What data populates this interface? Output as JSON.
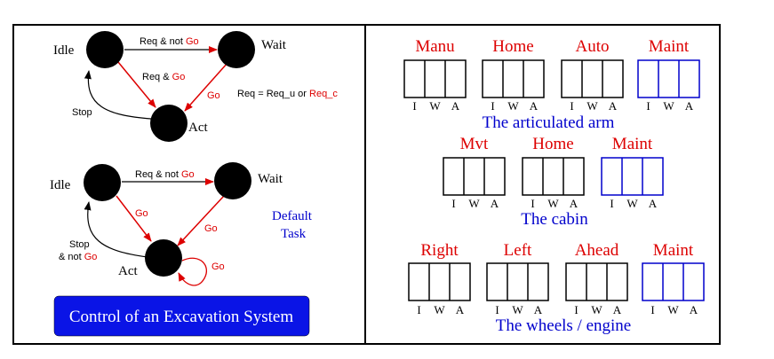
{
  "colors": {
    "black": "#000000",
    "red": "#dd0000",
    "blue": "#0000cc",
    "button_bg": "#0a14e6",
    "button_text": "#ffffff"
  },
  "left_panel": {
    "top_diagram": {
      "idle": "Idle",
      "wait": "Wait",
      "act": "Act",
      "req_not": "Req & not",
      "go_1": "Go",
      "req_and": "Req &",
      "go_2": "Go",
      "go_3": "Go",
      "stop": "Stop",
      "req_def_black": "Req = Req_u or",
      "req_def_red": "Req_c"
    },
    "bottom_diagram": {
      "idle": "Idle",
      "wait": "Wait",
      "act": "Act",
      "req_not": "Req & not",
      "go_1": "Go",
      "go_2": "Go",
      "go_3": "Go",
      "go_4": "Go",
      "stop": "Stop",
      "and_not": "& not",
      "go_5": "Go",
      "default_task_line1": "Default",
      "default_task_line2": "Task"
    },
    "button_label": "Control of an Excavation System"
  },
  "right_panel": {
    "arm": {
      "caption": "The articulated arm",
      "modes": [
        {
          "name": "Manu",
          "color": "red"
        },
        {
          "name": "Home",
          "color": "red"
        },
        {
          "name": "Auto",
          "color": "red"
        },
        {
          "name": "Maint",
          "color": "red",
          "box": "blue"
        }
      ]
    },
    "cabin": {
      "caption": "The cabin",
      "modes": [
        {
          "name": "Mvt",
          "color": "red"
        },
        {
          "name": "Home",
          "color": "red"
        },
        {
          "name": "Maint",
          "color": "red",
          "box": "blue"
        }
      ]
    },
    "wheels": {
      "caption": "The wheels / engine",
      "modes": [
        {
          "name": "Right",
          "color": "red"
        },
        {
          "name": "Left",
          "color": "red"
        },
        {
          "name": "Ahead",
          "color": "red"
        },
        {
          "name": "Maint",
          "color": "red",
          "box": "blue"
        }
      ]
    },
    "slot_letters": [
      "I",
      "W",
      "A"
    ]
  }
}
